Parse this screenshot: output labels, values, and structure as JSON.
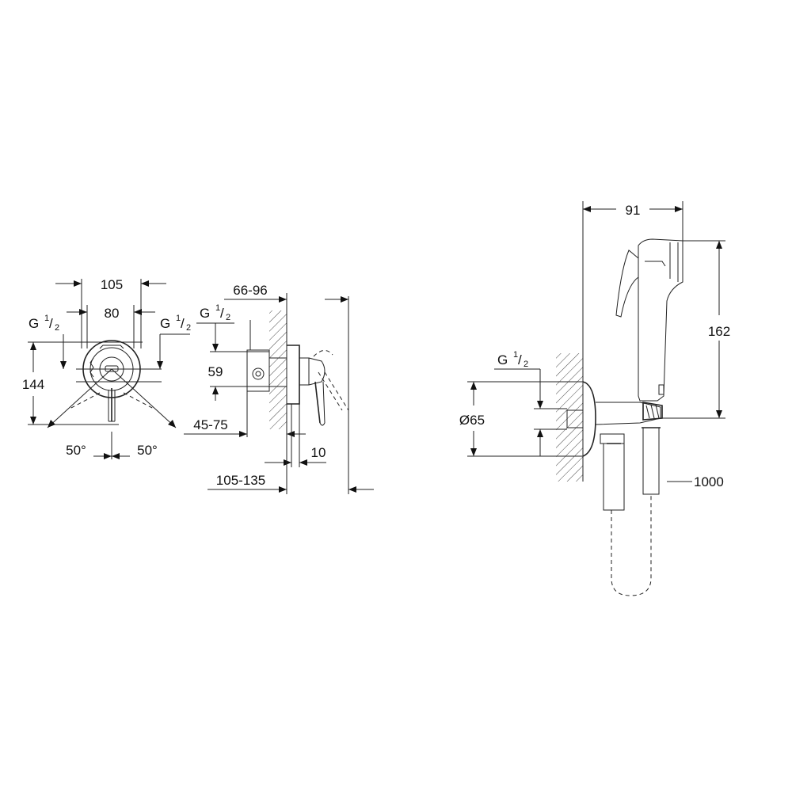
{
  "dimensions": {
    "front_width_outer": "105",
    "front_width_inner": "80",
    "front_thread_left": "G",
    "front_thread_right": "G",
    "front_height": "144",
    "angle_left": "50°",
    "angle_right": "50°",
    "side_wall_depth": "66-96",
    "side_thread": "G",
    "side_height": "59",
    "side_range_small": "45-75",
    "side_plate": "10",
    "side_total": "105-135",
    "hand_width": "91",
    "hand_height": "162",
    "hand_thread": "G",
    "hand_diameter": "Ø65",
    "hose_length": "1000"
  },
  "fraction": {
    "numerator": "1",
    "slash": "/",
    "denominator": "2"
  }
}
